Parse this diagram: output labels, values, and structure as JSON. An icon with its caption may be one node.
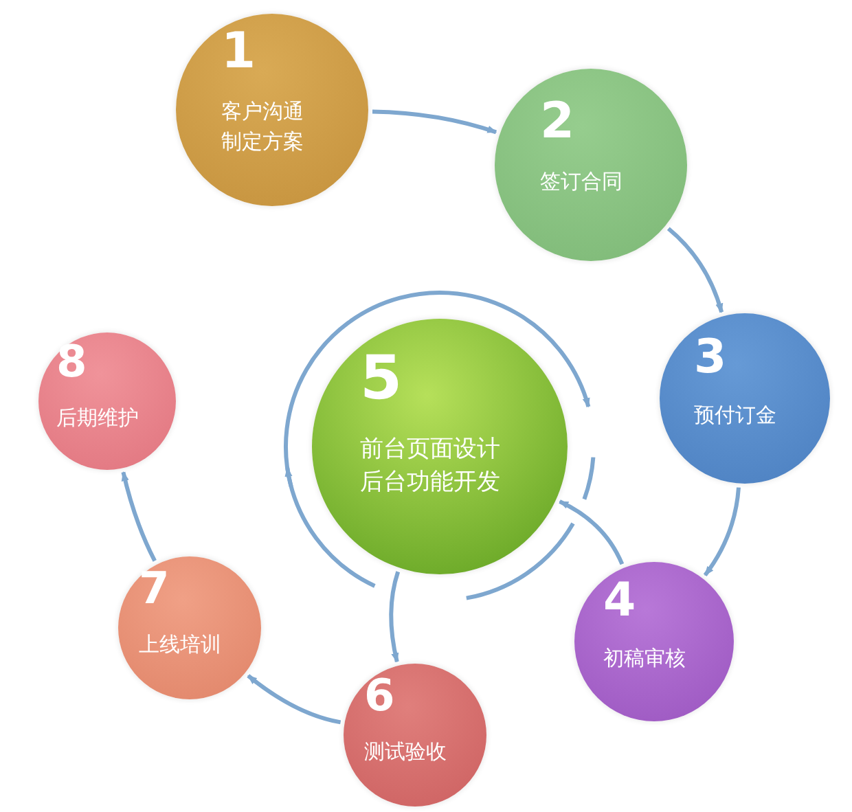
{
  "diagram": {
    "nodes": [
      {
        "text": [
          "1",
          "客户沟通制定方案"
        ]
      },
      {
        "text": [
          "2",
          "签订合同"
        ]
      },
      {
        "text": [
          "3",
          "预付订金"
        ]
      },
      {
        "text": [
          "4",
          "初稿审核"
        ]
      },
      {
        "text": [
          "5",
          "前台页面设计后台功能开发"
        ]
      },
      {
        "text": [
          "6",
          "测试验收"
        ]
      },
      {
        "text": [
          "7",
          "上线培训"
        ]
      },
      {
        "text": [
          "8",
          "后期维护"
        ]
      }
    ],
    "edges": [
      {
        "from": 0,
        "to": 1,
        "arrow": "to"
      },
      {
        "from": 1,
        "to": 2,
        "arrow": "to"
      },
      {
        "from": 2,
        "to": 3,
        "arrow": "to"
      },
      {
        "from": 3,
        "to": 4,
        "arrow": "to"
      },
      {
        "from": 4,
        "to": 5,
        "arrow": "to"
      },
      {
        "from": 5,
        "to": 6,
        "arrow": "to"
      },
      {
        "from": 6,
        "to": 7,
        "arrow": "to"
      }
    ]
  }
}
